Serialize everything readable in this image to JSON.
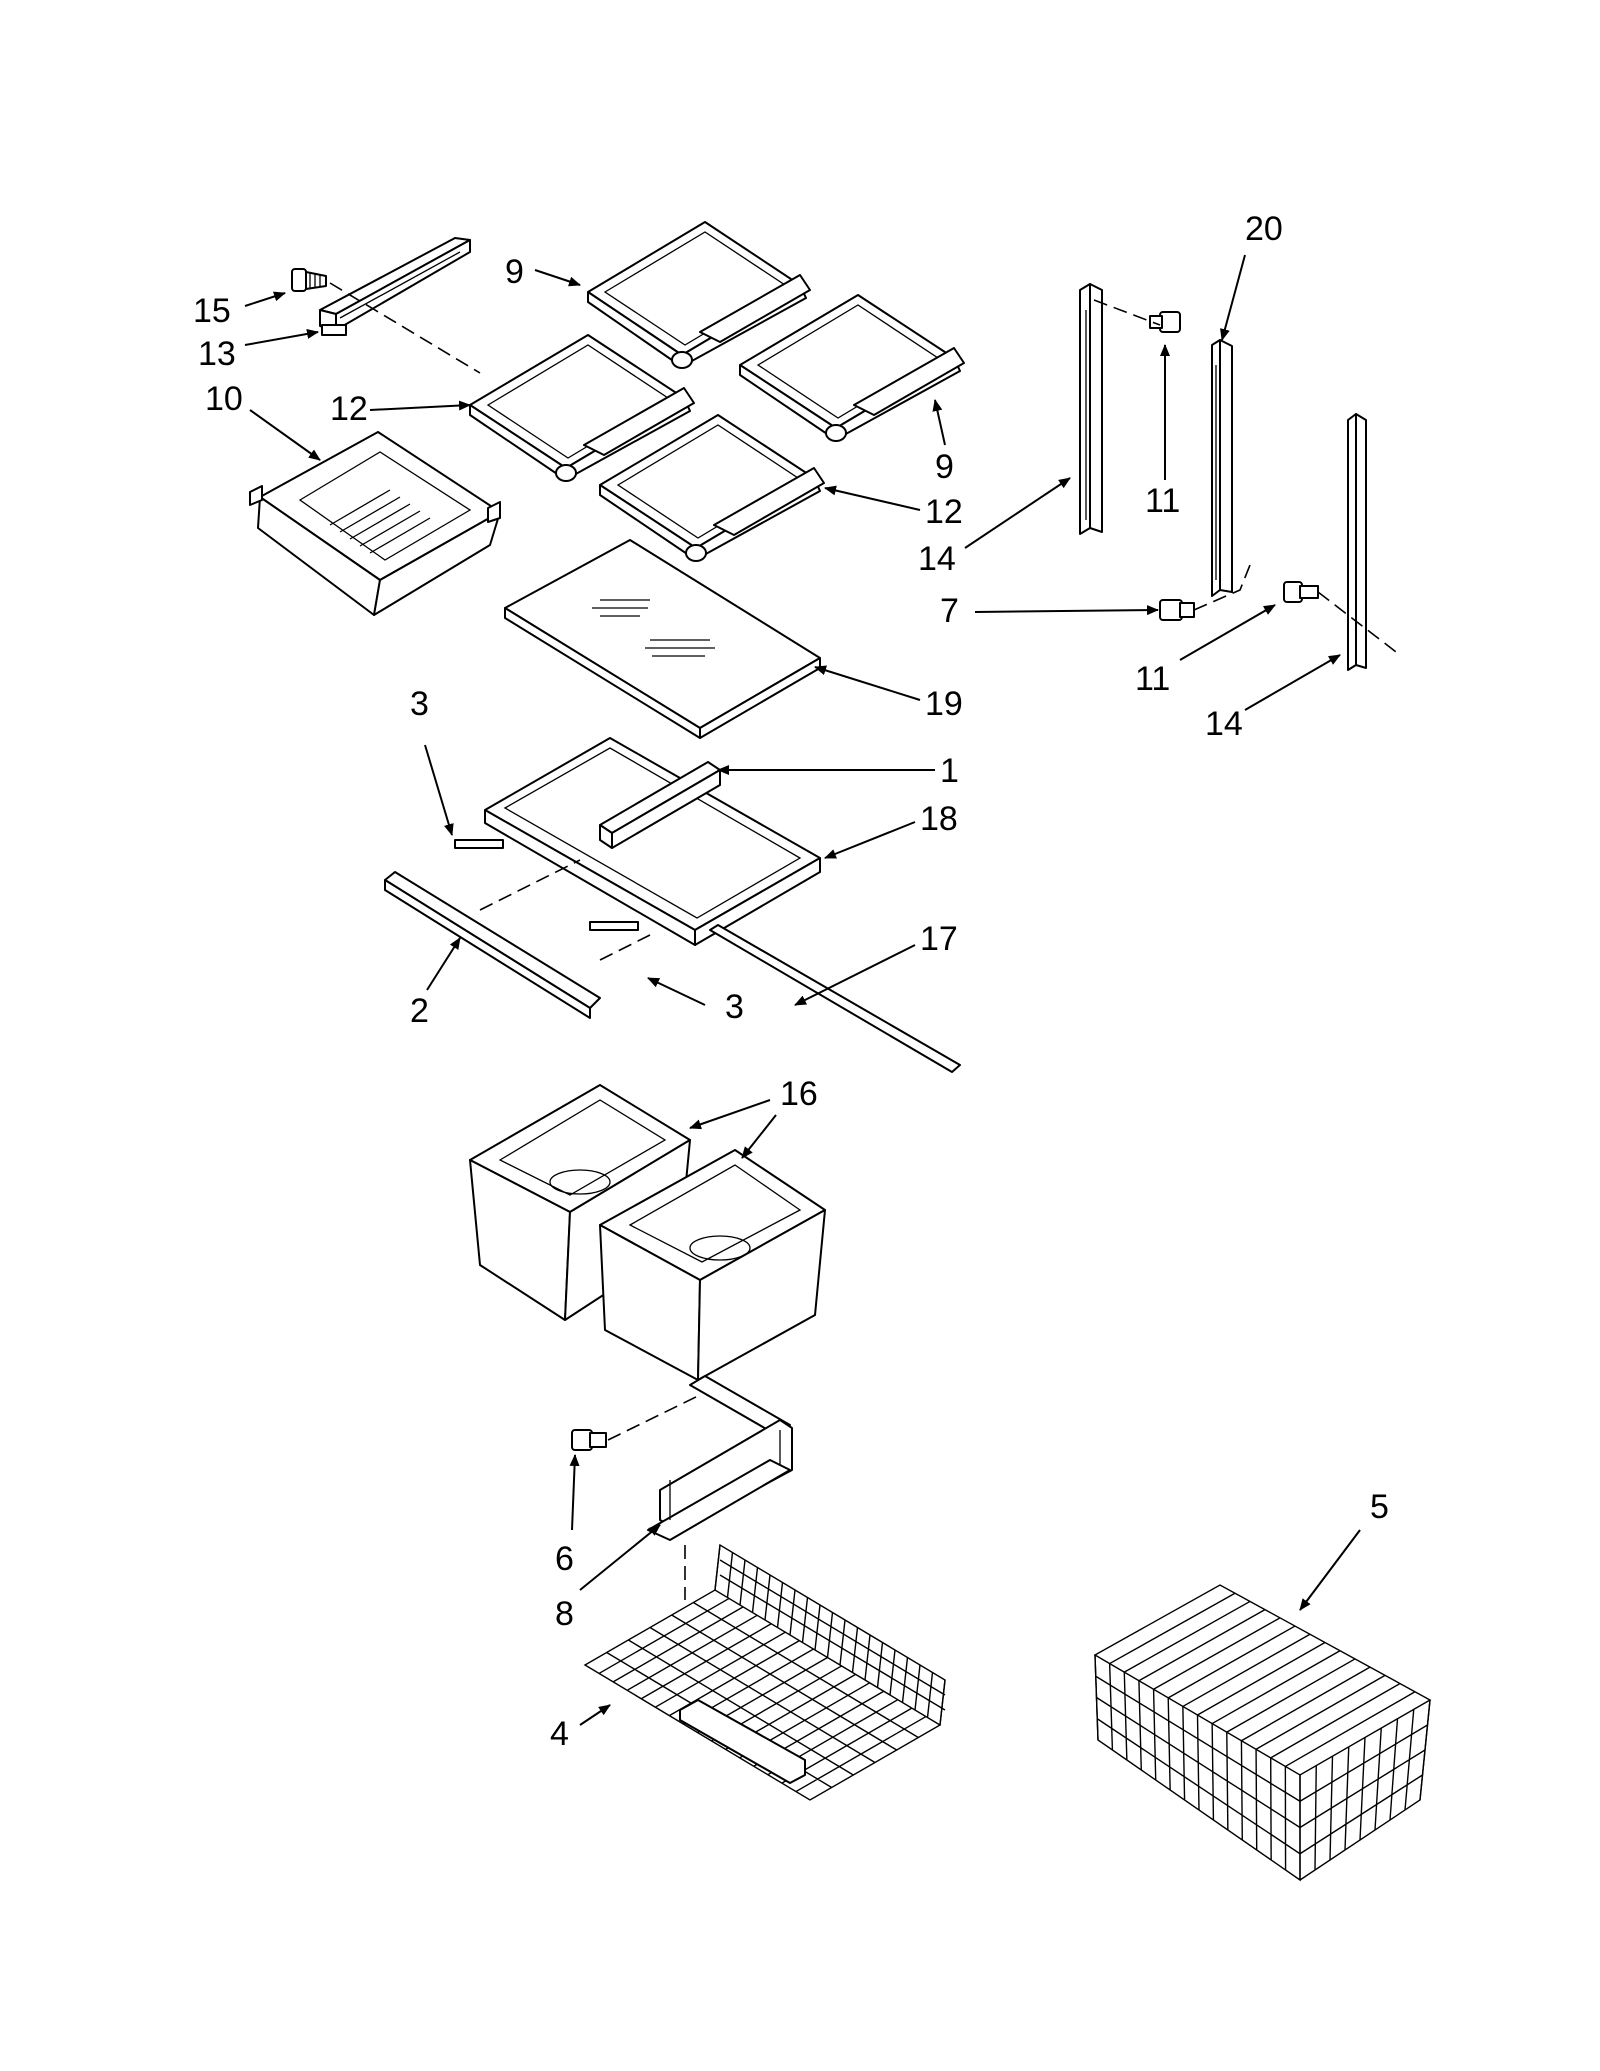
{
  "colors": {
    "background": "#ffffff",
    "ink": "#000000"
  },
  "callouts": [
    {
      "id": "15",
      "text": "15"
    },
    {
      "id": "13",
      "text": "13"
    },
    {
      "id": "10",
      "text": "10"
    },
    {
      "id": "9a",
      "text": "9"
    },
    {
      "id": "12a",
      "text": "12"
    },
    {
      "id": "9b",
      "text": "9"
    },
    {
      "id": "12b",
      "text": "12"
    },
    {
      "id": "20",
      "text": "20"
    },
    {
      "id": "11a",
      "text": "11"
    },
    {
      "id": "14a",
      "text": "14"
    },
    {
      "id": "7",
      "text": "7"
    },
    {
      "id": "11b",
      "text": "11"
    },
    {
      "id": "14b",
      "text": "14"
    },
    {
      "id": "19",
      "text": "19"
    },
    {
      "id": "3a",
      "text": "3"
    },
    {
      "id": "1",
      "text": "1"
    },
    {
      "id": "18",
      "text": "18"
    },
    {
      "id": "17",
      "text": "17"
    },
    {
      "id": "2",
      "text": "2"
    },
    {
      "id": "3b",
      "text": "3"
    },
    {
      "id": "16",
      "text": "16"
    },
    {
      "id": "6",
      "text": "6"
    },
    {
      "id": "8",
      "text": "8"
    },
    {
      "id": "5",
      "text": "5"
    },
    {
      "id": "4",
      "text": "4"
    }
  ]
}
